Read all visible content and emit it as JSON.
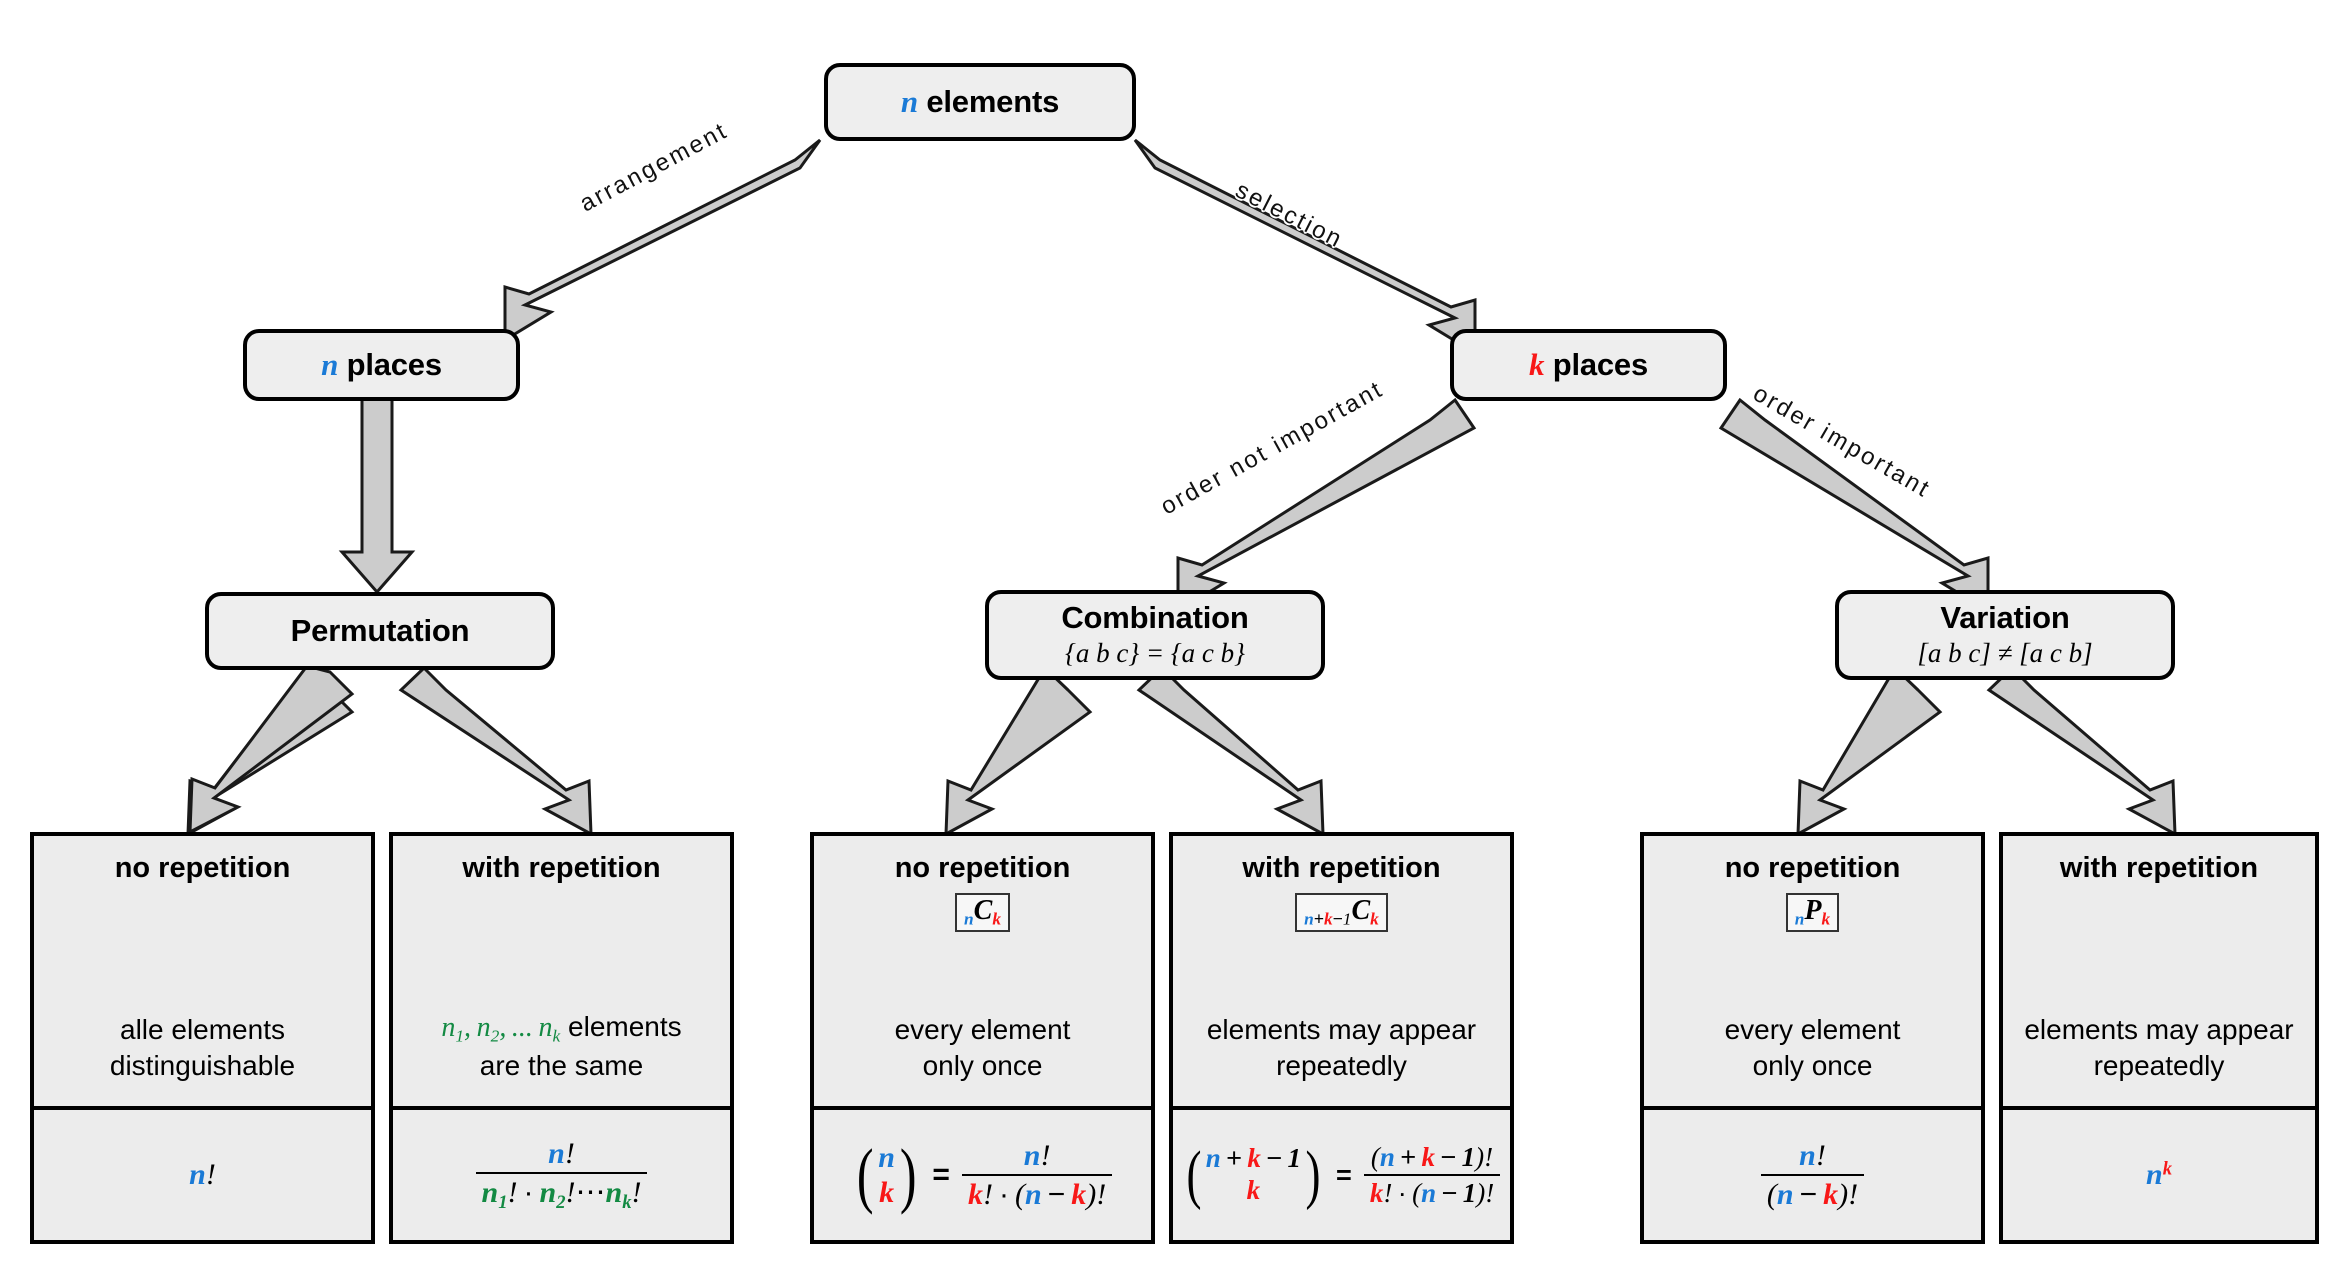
{
  "diagram": {
    "title": "Combinatorics decision tree",
    "colors": {
      "n": "#1a7ad6",
      "k": "#f81818",
      "green": "#138a43",
      "node_fill": "#eeeeee",
      "leaf_fill": "#ececec",
      "arrow_fill": "#cccccc",
      "stroke": "#000000"
    }
  },
  "root": {
    "var": "n",
    "label": "elements"
  },
  "edges": {
    "arrangement": "arrangement",
    "selection": "selection",
    "order_not_important": "order not important",
    "order_important": "order important"
  },
  "places": {
    "left": {
      "var": "n",
      "label": "places"
    },
    "right": {
      "var": "k",
      "label": "places"
    }
  },
  "categories": [
    {
      "name": "Permutation",
      "example": ""
    },
    {
      "name": "Combination",
      "example": "{a b c} = {a c b}"
    },
    {
      "name": "Variation",
      "example": "[a b c] ≠ [a c b]"
    }
  ],
  "leaves": [
    {
      "head": "no repetition",
      "notation": "",
      "desc_line1": "alle elements",
      "desc_line2": "distinguishable",
      "formula": "n!"
    },
    {
      "head": "with repetition",
      "notation": "",
      "desc_line1": "n₁, n₂, ... nₖ elements",
      "desc_line2": "are the same",
      "formula": "n! / (n₁! · n₂! ⋯ nₖ!)"
    },
    {
      "head": "no repetition",
      "notation": "nCk",
      "desc_line1": "every element",
      "desc_line2": "only once",
      "formula": "(n over k) = n! / (k! · (n − k)!)"
    },
    {
      "head": "with repetition",
      "notation": "n+k−1Ck",
      "desc_line1": "elements may appear",
      "desc_line2": "repeatedly",
      "formula": "(n+k−1 over k) = (n + k − 1)! / (k! · (n − 1)!)"
    },
    {
      "head": "no repetition",
      "notation": "nPk",
      "desc_line1": "every element",
      "desc_line2": "only once",
      "formula": "n! / (n − k)!"
    },
    {
      "head": "with repetition",
      "notation": "",
      "desc_line1": "elements may appear",
      "desc_line2": "repeatedly",
      "formula": "n^k"
    }
  ],
  "symbols": {
    "n": "n",
    "k": "k",
    "C": "C",
    "P": "P",
    "bang": "!",
    "plus": "+",
    "minus": "−",
    "one": "1",
    "cdot": "·",
    "cdots": "⋯",
    "ldots": "...",
    "equals": "=",
    "lparen": "(",
    "rparen": ")",
    "comma": ",",
    "sub1": "1",
    "sub2": "2",
    "elements_word": "elements",
    "are_the_same": "are the same"
  }
}
